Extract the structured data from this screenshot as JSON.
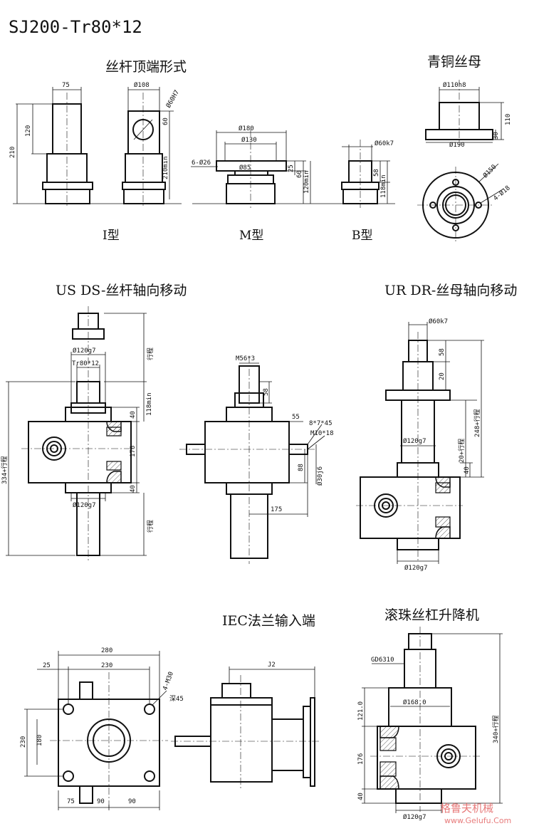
{
  "title": "SJ200-Tr80*12",
  "sections": {
    "top_forms": "丝杆顶端形式",
    "bronze_nut": "青铜丝母",
    "us_ds": "US DS-丝杆轴向移动",
    "ur_dr": "UR DR-丝母轴向移动",
    "iec": "IEC法兰输入端",
    "ball_screw": "滚珠丝杠升降机"
  },
  "type_labels": {
    "i": "I型",
    "m": "M型",
    "b": "B型"
  },
  "dims": {
    "i_75": "75",
    "i_120": "120",
    "i_210": "210",
    "i_108": "Ø108",
    "i_60h": "Ø60H7",
    "i_60": "60",
    "i_210min": "210min",
    "m_180": "Ø180",
    "m_130": "Ø130",
    "m_6026": "6-Ø26",
    "m_85": "Ø85",
    "m_25": "25",
    "m_60": "60",
    "m_120min": "120min",
    "b_60k7": "Ø60k7",
    "b_58": "58",
    "b_118min": "118min",
    "n_110h8": "Ø110h8",
    "n_110": "110",
    "n_30": "30",
    "n_190": "Ø190",
    "n_150": "Ø150",
    "n_4018": "4-Ø18",
    "us_120g7": "Ø120g7",
    "us_tr": "Tr80*12",
    "us_stroke": "行程",
    "us_118min": "118min",
    "us_40a": "40",
    "us_176": "176",
    "us_40b": "40",
    "us_334": "334+行程",
    "us_120g7b": "Ø120g7",
    "us_stroke2": "行程",
    "sd_m56": "M56*3",
    "sd_58": "58",
    "sd_55": "55",
    "sd_key": "8*7*45",
    "sd_m10": "M10*18",
    "sd_88": "88",
    "sd_30j6": "Ø30j6",
    "sd_175": "175",
    "ur_60k7": "Ø60k7",
    "ur_58": "58",
    "ur_20": "20",
    "ur_248": "248+行程",
    "ur_20s": "20+行程",
    "ur_120g7": "Ø120g7",
    "ur_40": "40",
    "ur_120g7b": "Ø120g7",
    "iec_280": "280",
    "iec_25": "25",
    "iec_230": "230",
    "iec_4m30": "4-M30",
    "iec_deep": "深45",
    "iec_230v": "230",
    "iec_180": "180",
    "iec_75": "75",
    "iec_90a": "90",
    "iec_90b": "90",
    "iec_j2": "J2",
    "bs_gd": "GD6310",
    "bs_121": "121.0",
    "bs_168": "Ø168.0",
    "bs_340": "340+行程",
    "bs_176": "176",
    "bs_40": "40",
    "bs_120g7": "Ø120g7"
  },
  "watermark": {
    "cn": "格鲁夫机械",
    "url": "www.Gelufu.Com"
  }
}
